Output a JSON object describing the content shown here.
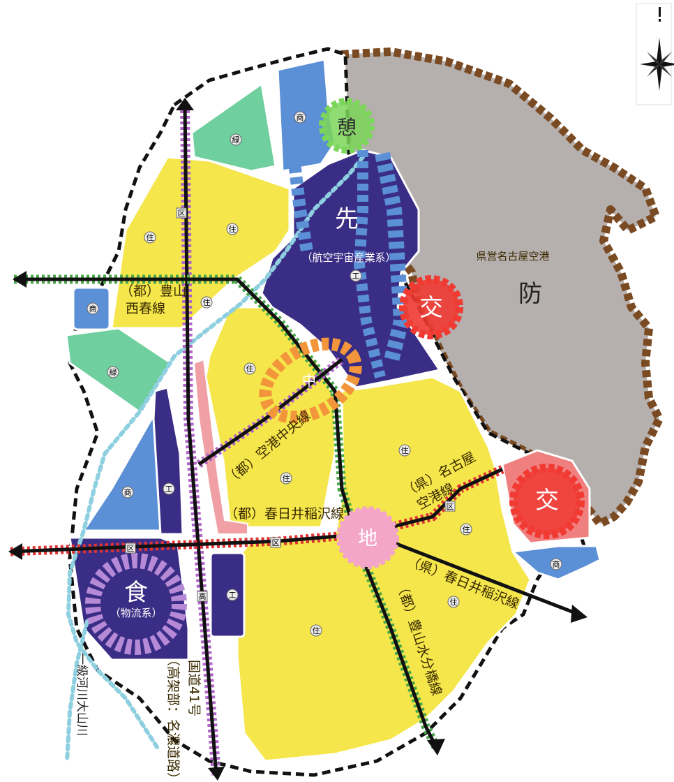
{
  "colors": {
    "residential": "#f4e64b",
    "industrial": "#3a2d86",
    "green": "#6fcf9f",
    "commercial_blue": "#5b8fd6",
    "airport": "#b5afae",
    "airport_border": "#7a4a22",
    "logistics_circle": "#b68ad6",
    "rest_circle": "#7bd65a",
    "traffic_circle": "#f03a32",
    "local_circle": "#f3a6c8",
    "orange_circle": "#f3953a",
    "roadside": "#f0a0a4",
    "river": "#8ecfe0"
  },
  "labels": {
    "airport_name": "県営名古屋空港",
    "defense": "防",
    "advanced": "先",
    "advanced_sub": "（航空宇宙産業系）",
    "traffic_north": "交",
    "traffic_south": "交",
    "rest": "憩",
    "food": "食",
    "food_sub": "（物流系）",
    "local": "地",
    "center": "中",
    "road_toyoyama_nishiharu": "（都）豊山",
    "road_toyoyama_nishiharu_2": "西春線",
    "road_airport_central": "（都）空港中央線",
    "road_kasugai_inazawa": "（都）春日井稲沢線",
    "road_nagoya_airport": "（県）名古屋",
    "road_nagoya_airport_2": "空港線",
    "road_pref_kasugai_inazawa": "（県）春日井稲沢線",
    "road_toyoyama_mizuwake": "（都）豊山水分橋線",
    "road_national_41": "国道41号",
    "road_expressway": "（高架部：名濃道路）",
    "river": "一級河川大山川"
  },
  "markers": {
    "green": "緑",
    "residential": "住",
    "industrial": "工",
    "commercial": "商",
    "sign": "区",
    "expressway": "高"
  },
  "icons": {
    "north_arrow": "north-arrow-icon",
    "compass": "compass-rose-icon"
  }
}
